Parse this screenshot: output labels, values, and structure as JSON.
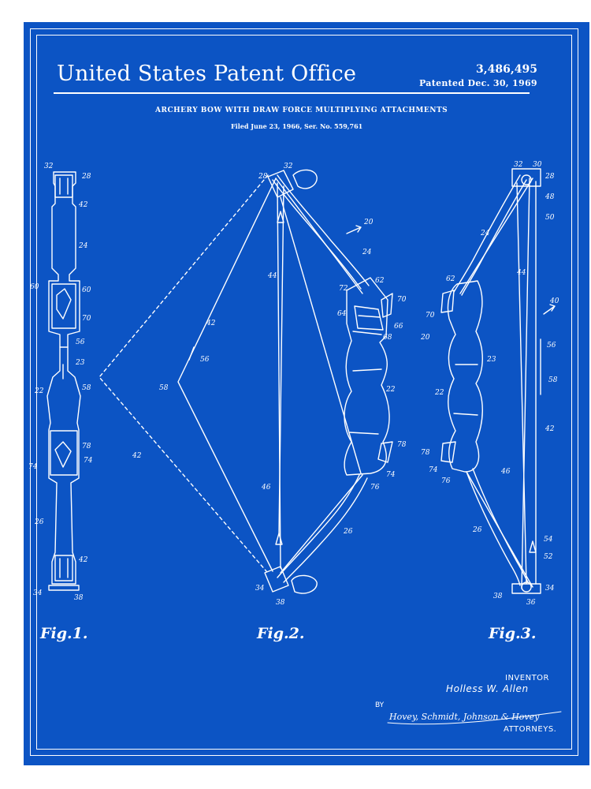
{
  "header": {
    "office": "United States Patent Office",
    "patent_number": "3,486,495",
    "patented_date": "Patented Dec. 30, 1969",
    "title": "ARCHERY BOW WITH DRAW FORCE MULTIPLYING ATTACHMENTS",
    "filed": "Filed June 23, 1966, Ser. No. 559,761"
  },
  "figures": {
    "fig1_label": "Fig.1.",
    "fig2_label": "Fig.2.",
    "fig3_label": "Fig.3."
  },
  "signature": {
    "inventor_label": "INVENTOR",
    "inventor_name": "Holless W. Allen",
    "by": "BY",
    "attorneys_signature": "Hovey, Schmidt, Johnson & Hovey",
    "attorneys_label": "ATTORNEYS."
  },
  "refs": {
    "fig1": [
      "32",
      "28",
      "42",
      "24",
      "60",
      "60",
      "70",
      "56",
      "23",
      "22",
      "58",
      "78",
      "74",
      "74",
      "26",
      "42",
      "34",
      "38"
    ],
    "fig2": [
      "32",
      "28",
      "20",
      "24",
      "44",
      "62",
      "72",
      "70",
      "64",
      "66",
      "68",
      "22",
      "42",
      "56",
      "58",
      "42",
      "78",
      "74",
      "76",
      "46",
      "26",
      "34",
      "38"
    ],
    "fig3": [
      "32",
      "30",
      "28",
      "48",
      "50",
      "24",
      "44",
      "40",
      "62",
      "70",
      "20",
      "23",
      "56",
      "58",
      "22",
      "42",
      "78",
      "74",
      "76",
      "46",
      "26",
      "54",
      "52",
      "38",
      "36",
      "34"
    ]
  },
  "colors": {
    "blueprint": "#0c54c4",
    "line": "#ffffff"
  }
}
